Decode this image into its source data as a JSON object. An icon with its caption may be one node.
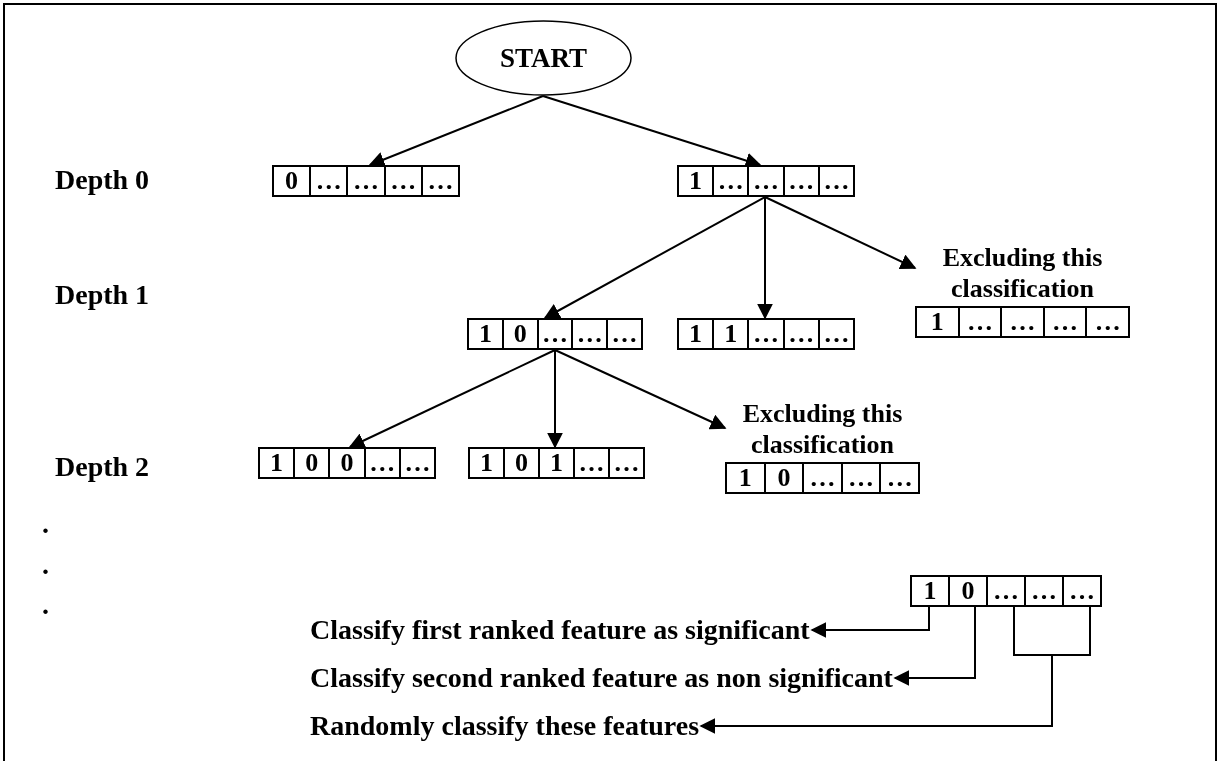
{
  "diagram": {
    "nodes": [
      {
        "text": [
          "START"
        ]
      },
      {
        "text": [
          "0",
          "…",
          "…",
          "…",
          "…"
        ]
      },
      {
        "text": [
          "1",
          "…",
          "…",
          "…",
          "…"
        ]
      },
      {
        "text": [
          "1",
          "0",
          "…",
          "…",
          "…"
        ]
      },
      {
        "text": [
          "1",
          "1",
          "…",
          "…",
          "…"
        ]
      },
      {
        "text": [
          "1",
          "…",
          "…",
          "…",
          "…"
        ],
        "beside": [
          "Excluding this classification"
        ]
      },
      {
        "text": [
          "1",
          "0",
          "0",
          "…",
          "…"
        ]
      },
      {
        "text": [
          "1",
          "0",
          "1",
          "…",
          "…"
        ]
      },
      {
        "text": [
          "1",
          "0",
          "…",
          "…",
          "…"
        ],
        "beside": [
          "Excluding this classification"
        ]
      },
      {
        "text": [
          "1",
          "0",
          "…",
          "…",
          "…"
        ]
      },
      {
        "text": [
          "Classify first ranked feature as significant"
        ]
      },
      {
        "text": [
          "Classify second ranked feature as non significant"
        ]
      },
      {
        "text": [
          "Randomly classify these features"
        ]
      }
    ],
    "edges": [
      {
        "from": 0,
        "to": 1,
        "arrow": "to"
      },
      {
        "from": 0,
        "to": 2,
        "arrow": "to"
      },
      {
        "from": 2,
        "to": 3,
        "arrow": "to"
      },
      {
        "from": 2,
        "to": 4,
        "arrow": "to"
      },
      {
        "from": 2,
        "to": 5,
        "arrow": "to"
      },
      {
        "from": 3,
        "to": 6,
        "arrow": "to"
      },
      {
        "from": 3,
        "to": 7,
        "arrow": "to"
      },
      {
        "from": 3,
        "to": 8,
        "arrow": "to"
      },
      {
        "from": 9,
        "to": 10,
        "arrow": "to"
      },
      {
        "from": 9,
        "to": 11,
        "arrow": "to"
      },
      {
        "from": 9,
        "to": 12,
        "arrow": "to"
      }
    ],
    "labels": [
      "Depth 0",
      "Depth 1",
      "Depth 2",
      ".",
      ".",
      "."
    ]
  }
}
